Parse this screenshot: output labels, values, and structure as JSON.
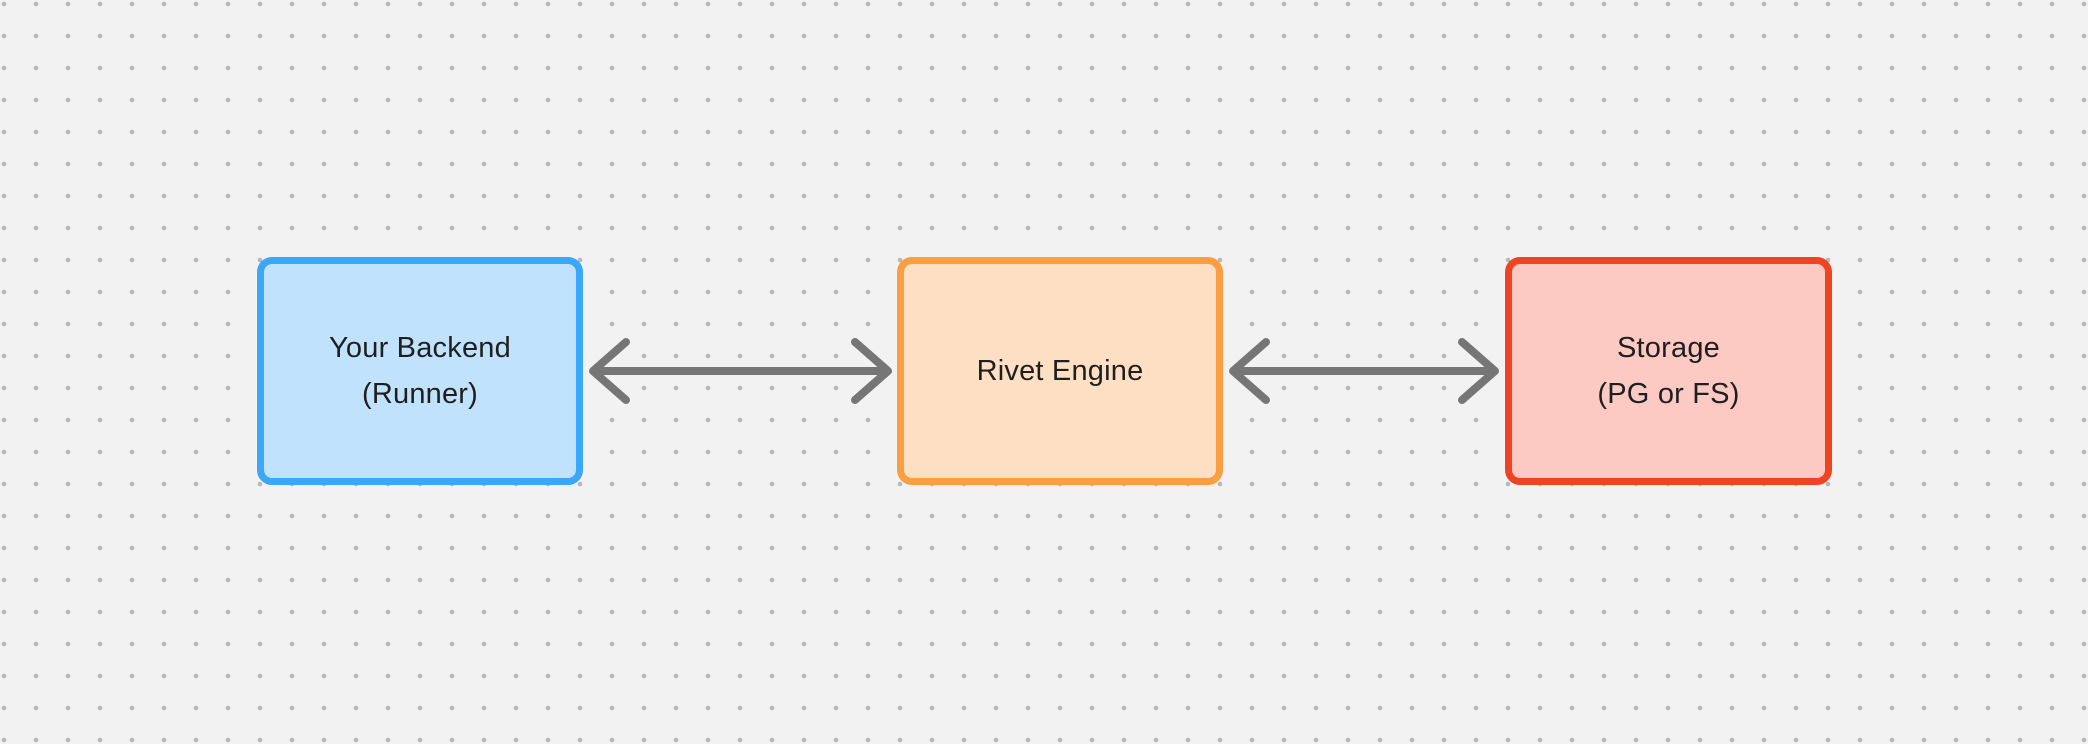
{
  "diagram": {
    "background": {
      "color": "#f2f2f2",
      "dot_grid_color": "#b9b9b9"
    },
    "nodes": [
      {
        "id": "your-backend",
        "line1": "Your Backend",
        "line2": "(Runner)",
        "fill_color": "#c0e2fc",
        "border_color": "#3aa7f8",
        "text_color": "#1f1f1f"
      },
      {
        "id": "rivet-engine",
        "line1": "Rivet Engine",
        "line2": "",
        "fill_color": "#fde0c3",
        "border_color": "#fb9e42",
        "text_color": "#1f1f1f"
      },
      {
        "id": "storage",
        "line1": "Storage",
        "line2": "(PG or FS)",
        "fill_color": "#fdc9c3",
        "border_color": "#ee4423",
        "text_color": "#1f1f1f"
      }
    ],
    "edges": [
      {
        "from": "your-backend",
        "to": "rivet-engine",
        "direction": "bidirectional",
        "color": "#767676"
      },
      {
        "from": "rivet-engine",
        "to": "storage",
        "direction": "bidirectional",
        "color": "#767676"
      }
    ]
  }
}
